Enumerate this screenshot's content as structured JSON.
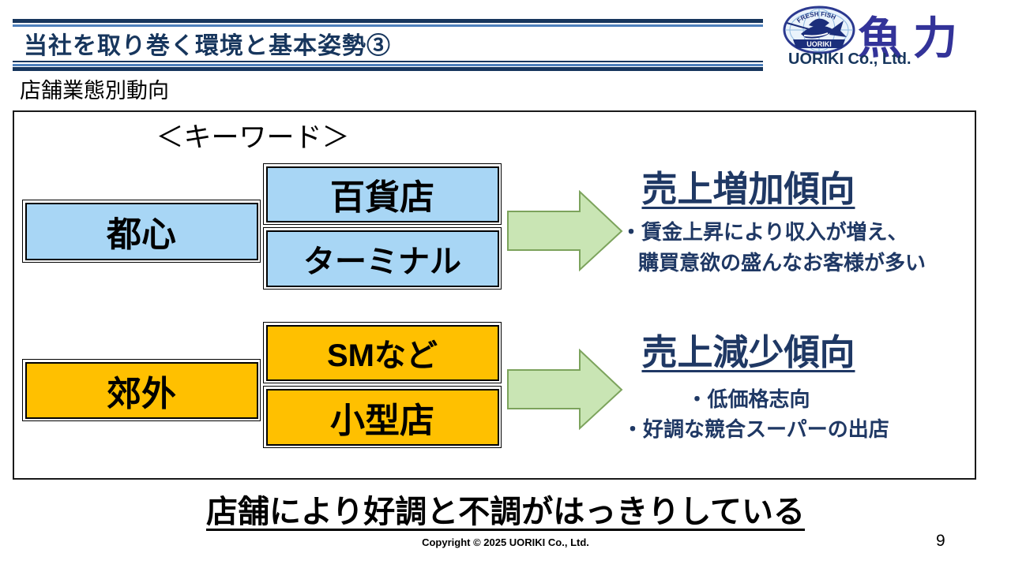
{
  "header": {
    "title": "当社を取り巻く環境と基本姿勢③",
    "subtitle": "店舗業態別動向"
  },
  "logo": {
    "kanji": "魚力",
    "company": "UORIKI Co., Ltd.",
    "emblem_top_text": "FRESH FISH",
    "emblem_bottom_text": "UORIKI"
  },
  "diagram": {
    "keyword_label": "＜キーワード＞",
    "groups": [
      {
        "category": "都心",
        "items": [
          "百貨店",
          "ターミナル"
        ],
        "trend_title": "売上増加傾向",
        "bullets": [
          "・賃金上昇により収入が増え、",
          "購買意欲の盛んなお客様が多い"
        ],
        "box_color": "#A8D6F5"
      },
      {
        "category": "郊外",
        "items": [
          "SMなど",
          "小型店"
        ],
        "trend_title": "売上減少傾向",
        "bullets": [
          "・低価格志向",
          "・好調な競合スーパーの出店"
        ],
        "box_color": "#FFC000"
      }
    ]
  },
  "conclusion": "店舗により好調と不調がはっきりしている",
  "footer": {
    "copyright": "Copyright © 2025 UORIKI Co., Ltd.",
    "page_number": "9"
  },
  "colors": {
    "header_navy": "#17365D",
    "header_accent_blue": "#4F81BD",
    "trend_text_navy": "#1F3864",
    "box_blue": "#A8D6F5",
    "box_orange": "#FFC000",
    "arrow_green_fill": "#C9E5B4",
    "arrow_green_border": "#7CA35C",
    "logo_indigo": "#333399"
  }
}
